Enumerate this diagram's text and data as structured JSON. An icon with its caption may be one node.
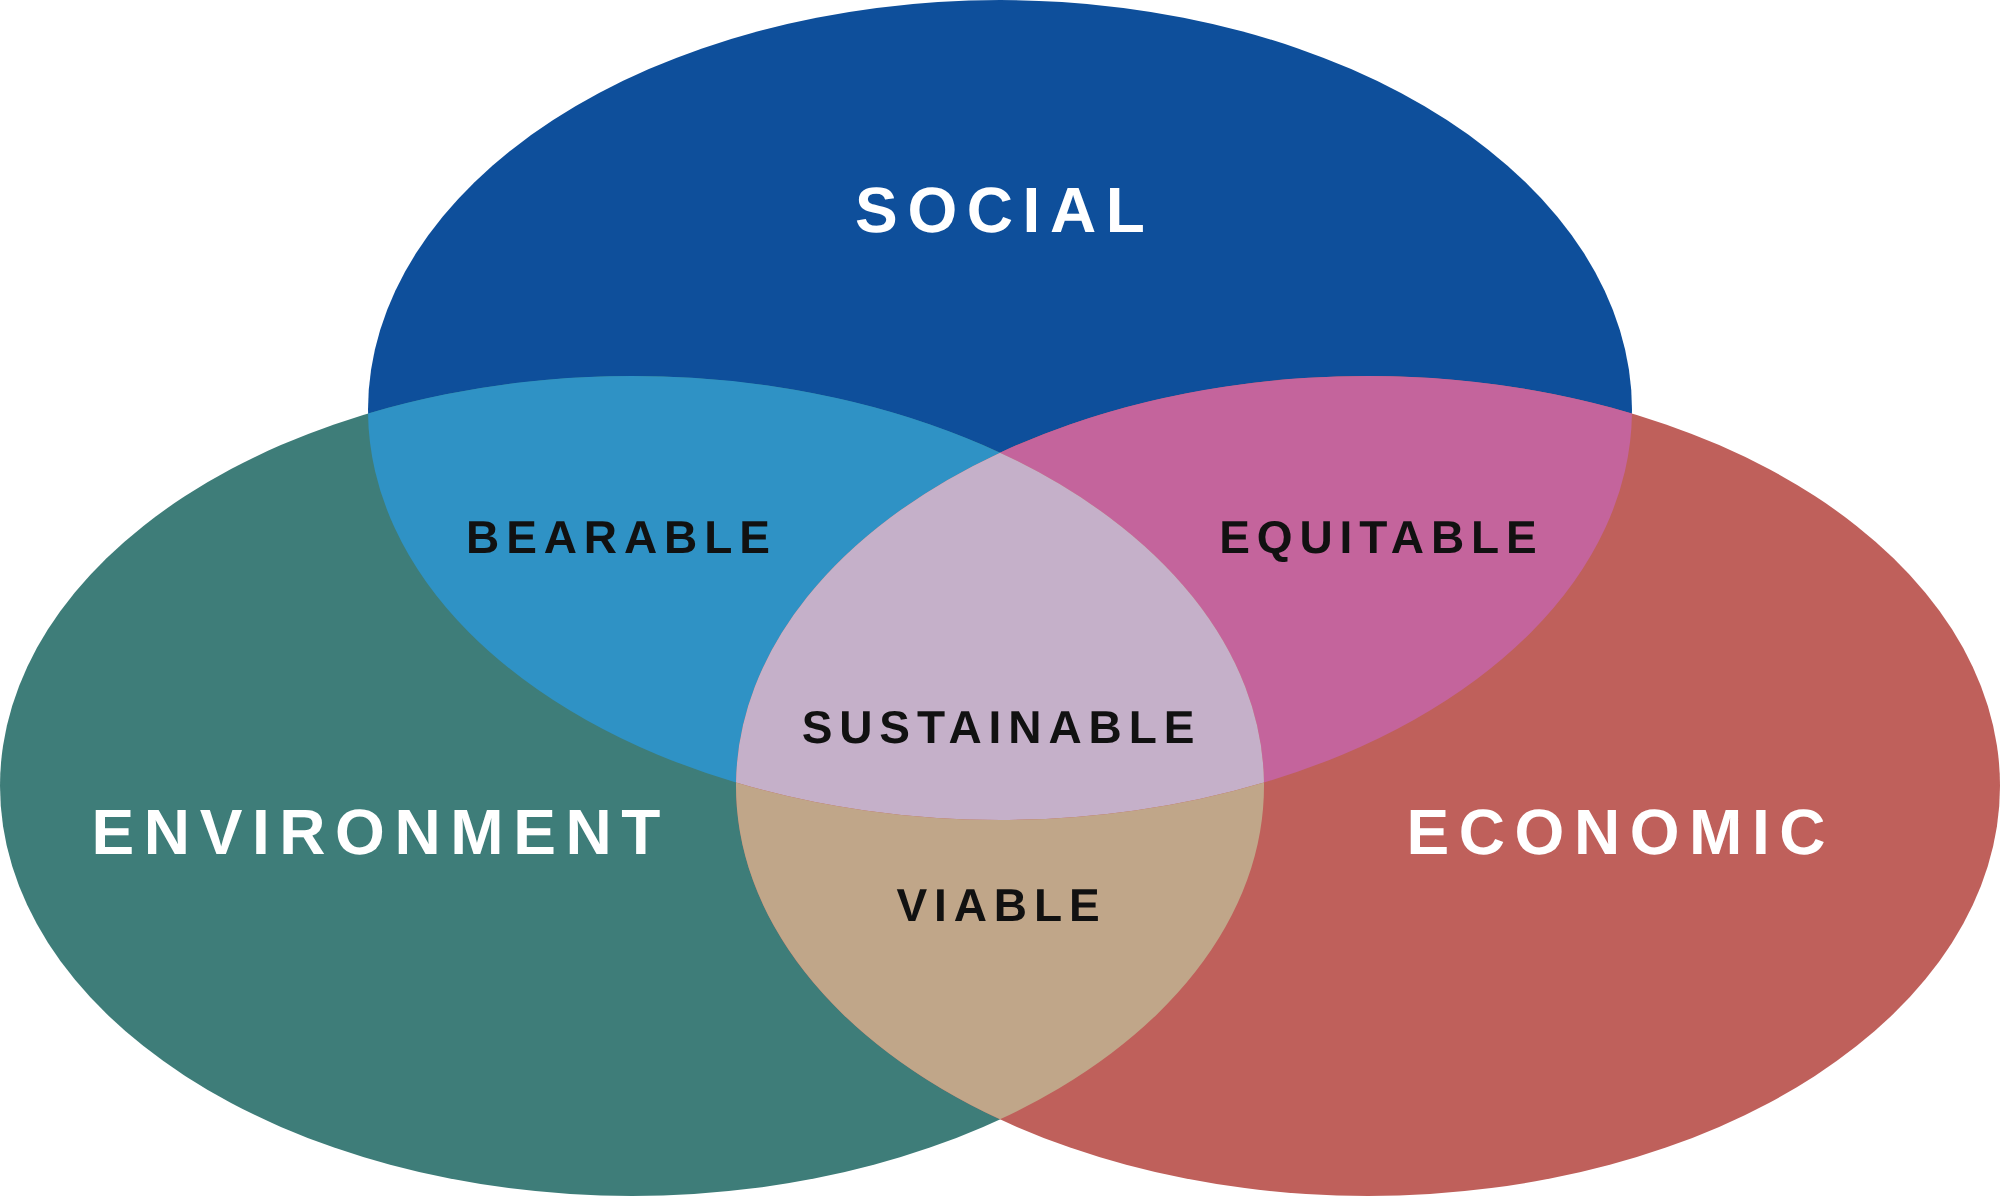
{
  "diagram": {
    "nodes": [
      {
        "text": [
          "SOCIAL"
        ]
      },
      {
        "text": [
          "BEARABLE"
        ]
      },
      {
        "text": [
          "EQUITABLE"
        ]
      },
      {
        "text": [
          "SUSTAINABLE"
        ]
      },
      {
        "text": [
          "ENVIRONMENT"
        ]
      },
      {
        "text": [
          "ECONOMIC"
        ]
      },
      {
        "text": [
          "VIABLE"
        ]
      }
    ]
  }
}
